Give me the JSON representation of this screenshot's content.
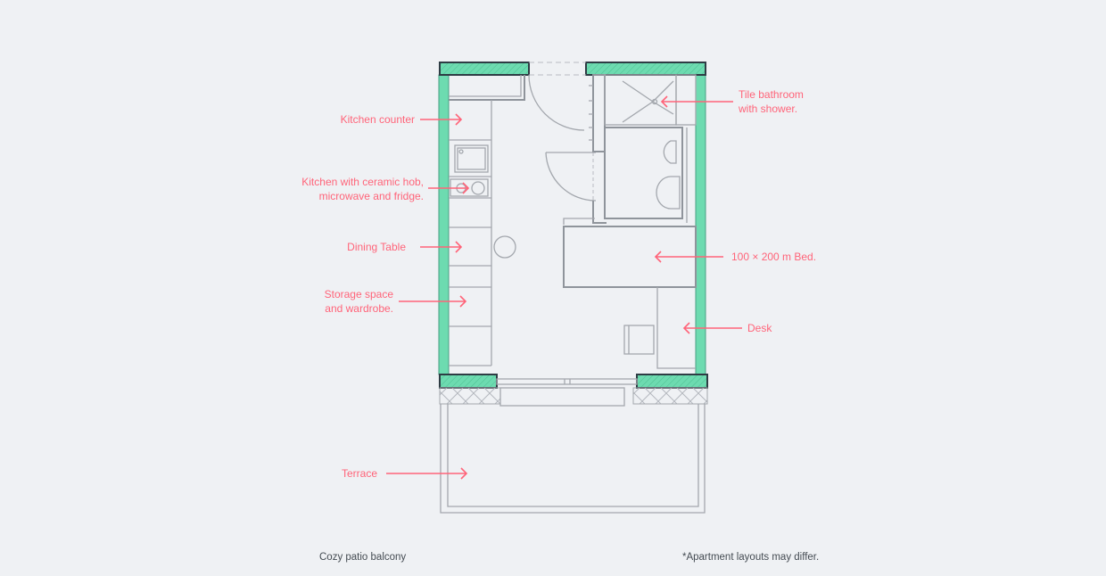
{
  "labels": {
    "kitchen_counter": "Kitchen counter",
    "kitchen_line1": "Kitchen with ceramic hob,",
    "kitchen_line2": "microwave and fridge.",
    "dining_table": "Dining Table",
    "storage_line1": "Storage space",
    "storage_line2": "and wardrobe.",
    "bathroom_line1": "Tile bathroom",
    "bathroom_line2": "with shower.",
    "bed": "100 × 200 m Bed.",
    "desk": "Desk",
    "terrace": "Terrace"
  },
  "footer": {
    "left": "Cozy patio balcony",
    "right": "*Apartment layouts may differ."
  },
  "colors": {
    "background": "#eff1f4",
    "wall": "#6ddbb0",
    "annotation": "#ff6479",
    "lines": "#a3a7ad"
  }
}
